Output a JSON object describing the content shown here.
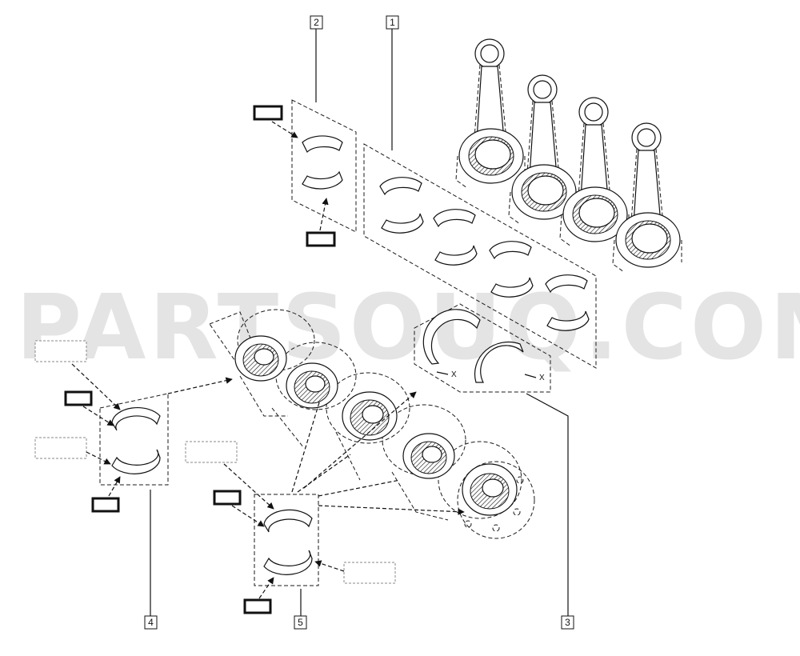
{
  "watermark": "PARTSOUQ.COM",
  "callouts": [
    {
      "id": "callout-1",
      "label": "1"
    },
    {
      "id": "callout-2",
      "label": "2"
    },
    {
      "id": "callout-3",
      "label": "3"
    },
    {
      "id": "callout-4",
      "label": "4"
    },
    {
      "id": "callout-5",
      "label": "5"
    }
  ],
  "dimension_marks": [
    "X",
    "X"
  ]
}
